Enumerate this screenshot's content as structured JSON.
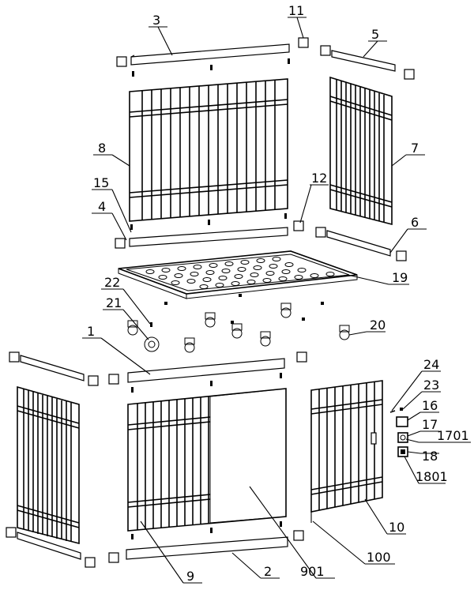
{
  "labels": {
    "l1": "1",
    "l2": "2",
    "l3": "3",
    "l4": "4",
    "l5": "5",
    "l6": "6",
    "l7": "7",
    "l8": "8",
    "l9": "9",
    "l10": "10",
    "l11": "11",
    "l12": "12",
    "l15": "15",
    "l16": "16",
    "l17": "17",
    "l18": "18",
    "l19": "19",
    "l20": "20",
    "l21": "21",
    "l22": "22",
    "l23": "23",
    "l24": "24",
    "l100": "100",
    "l901": "901",
    "l1701": "1701",
    "l1801": "1801"
  },
  "colors": {
    "line": "#000000",
    "background": "#ffffff"
  }
}
